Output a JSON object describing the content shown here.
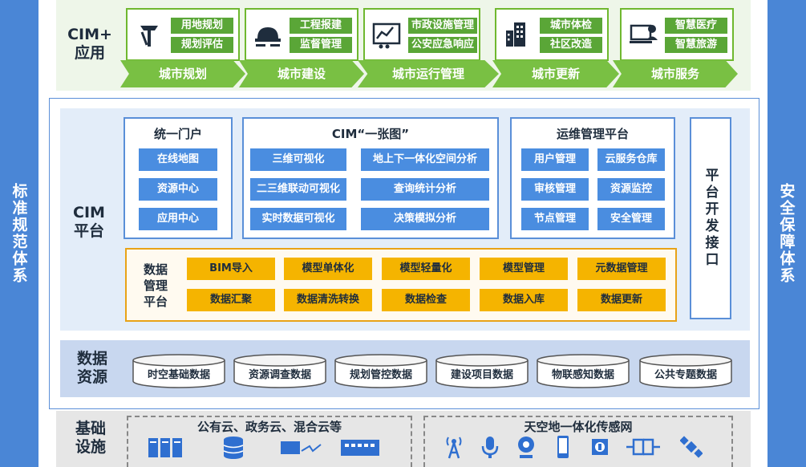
{
  "sides": {
    "left": "标准规范体系",
    "right": "安全保障体系"
  },
  "cim_plus": {
    "label": "CIM+应用",
    "label_line1": "CIM+",
    "label_line2": "应用",
    "apps": [
      {
        "icon": "planning-icon",
        "tags": [
          "用地规划",
          "规划评估"
        ],
        "name": "城市规划"
      },
      {
        "icon": "construction-helmet-icon",
        "tags": [
          "工程报建",
          "监督管理"
        ],
        "name": "城市建设"
      },
      {
        "icon": "operations-dashboard-icon",
        "tags": [
          "市政设施管理",
          "公安应急响应"
        ],
        "name": "城市运行管理"
      },
      {
        "icon": "buildings-icon",
        "tags": [
          "城市体检",
          "社区改造"
        ],
        "name": "城市更新"
      },
      {
        "icon": "service-computer-icon",
        "tags": [
          "智慧医疗",
          "智慧旅游"
        ],
        "name": "城市服务"
      }
    ]
  },
  "platform": {
    "label_line1": "CIM",
    "label_line2": "平台",
    "portal": {
      "title": "统一门户",
      "items": [
        "在线地图",
        "资源中心",
        "应用中心"
      ]
    },
    "onemap": {
      "title": "CIM“一张图”",
      "left": [
        "三维可视化",
        "二三维联动可视化",
        "实时数据可视化"
      ],
      "right": [
        "地上下一体化空间分析",
        "查询统计分析",
        "决策模拟分析"
      ]
    },
    "ops": {
      "title": "运维管理平台",
      "left": [
        "用户管理",
        "审核管理",
        "节点管理"
      ],
      "right": [
        "云服务仓库",
        "资源监控",
        "安全管理"
      ]
    },
    "dev_interface": "平台开发接口",
    "data_mgmt": {
      "label_lines": [
        "数据",
        "管理",
        "平台"
      ],
      "row1": [
        "BIM导入",
        "模型单体化",
        "模型轻量化",
        "模型管理",
        "元数据管理"
      ],
      "row2": [
        "数据汇聚",
        "数据清洗转换",
        "数据检查",
        "数据入库",
        "数据更新"
      ]
    }
  },
  "resources": {
    "label_line1": "数据",
    "label_line2": "资源",
    "items": [
      "时空基础数据",
      "资源调查数据",
      "规划管控数据",
      "建设项目数据",
      "物联感知数据",
      "公共专题数据"
    ]
  },
  "infra": {
    "label_line1": "基础",
    "label_line2": "设施",
    "cloud_title": "公有云、政务云、混合云等",
    "sensor_title": "天空地一体化传感网",
    "cloud_icons": [
      "server-rack-icon",
      "database-icon",
      "network-link-icon",
      "switch-icon"
    ],
    "sensor_icons": [
      "antenna-icon",
      "microphone-icon",
      "camera-icon",
      "phone-icon",
      "chip-icon",
      "plug-icon",
      "satellite-icon"
    ]
  },
  "colors": {
    "side_blue": "#4a86d6",
    "app_green": "#5aa637",
    "chevron_green": "#79c043",
    "platform_blue": "#4a8de0",
    "data_yellow": "#f5b400"
  }
}
